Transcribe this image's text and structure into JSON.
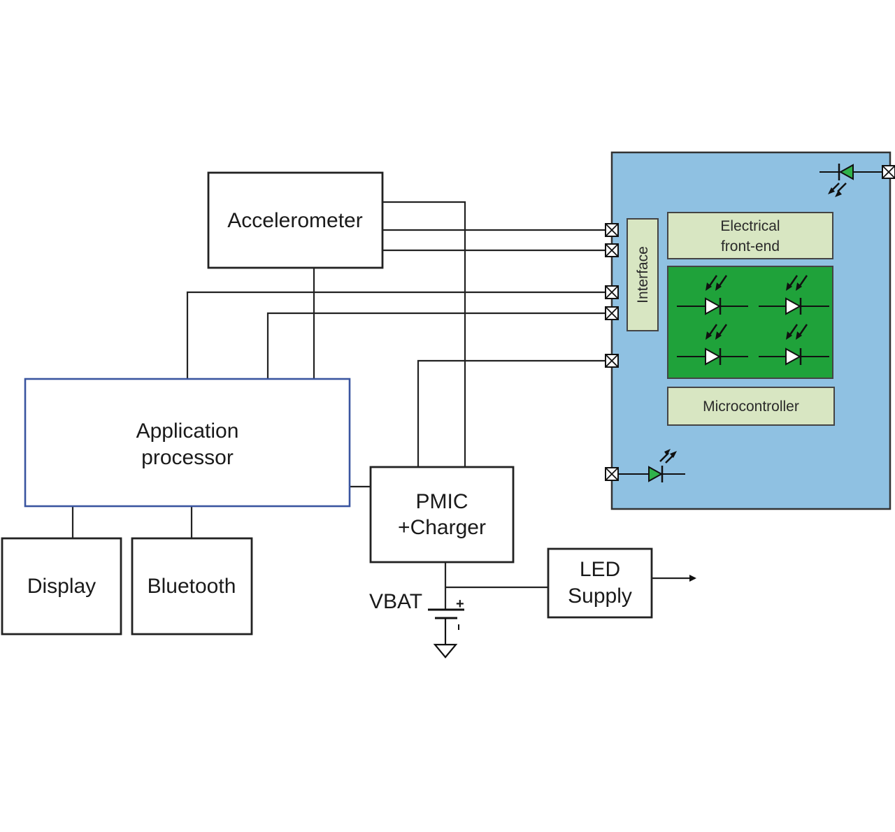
{
  "blocks": {
    "accelerometer": "Accelerometer",
    "app_processor_line1": "Application",
    "app_processor_line2": "processor",
    "display": "Display",
    "bluetooth": "Bluetooth",
    "pmic_line1": "PMIC",
    "pmic_line2": "+Charger",
    "led_supply_line1": "LED",
    "led_supply_line2": "Supply",
    "vbat": "VBAT",
    "battery_plus": "+"
  },
  "chip": {
    "interface": "Interface",
    "afe_line1": "Electrical",
    "afe_line2": "front-end",
    "microcontroller": "Microcontroller"
  },
  "colors": {
    "chip_fill": "#8fc1e2",
    "sub_block_fill": "#d8e6c2",
    "photodiode_array_fill": "#1fa23a",
    "app_processor_border": "#3a55a0",
    "led_green": "#2fb24a"
  }
}
